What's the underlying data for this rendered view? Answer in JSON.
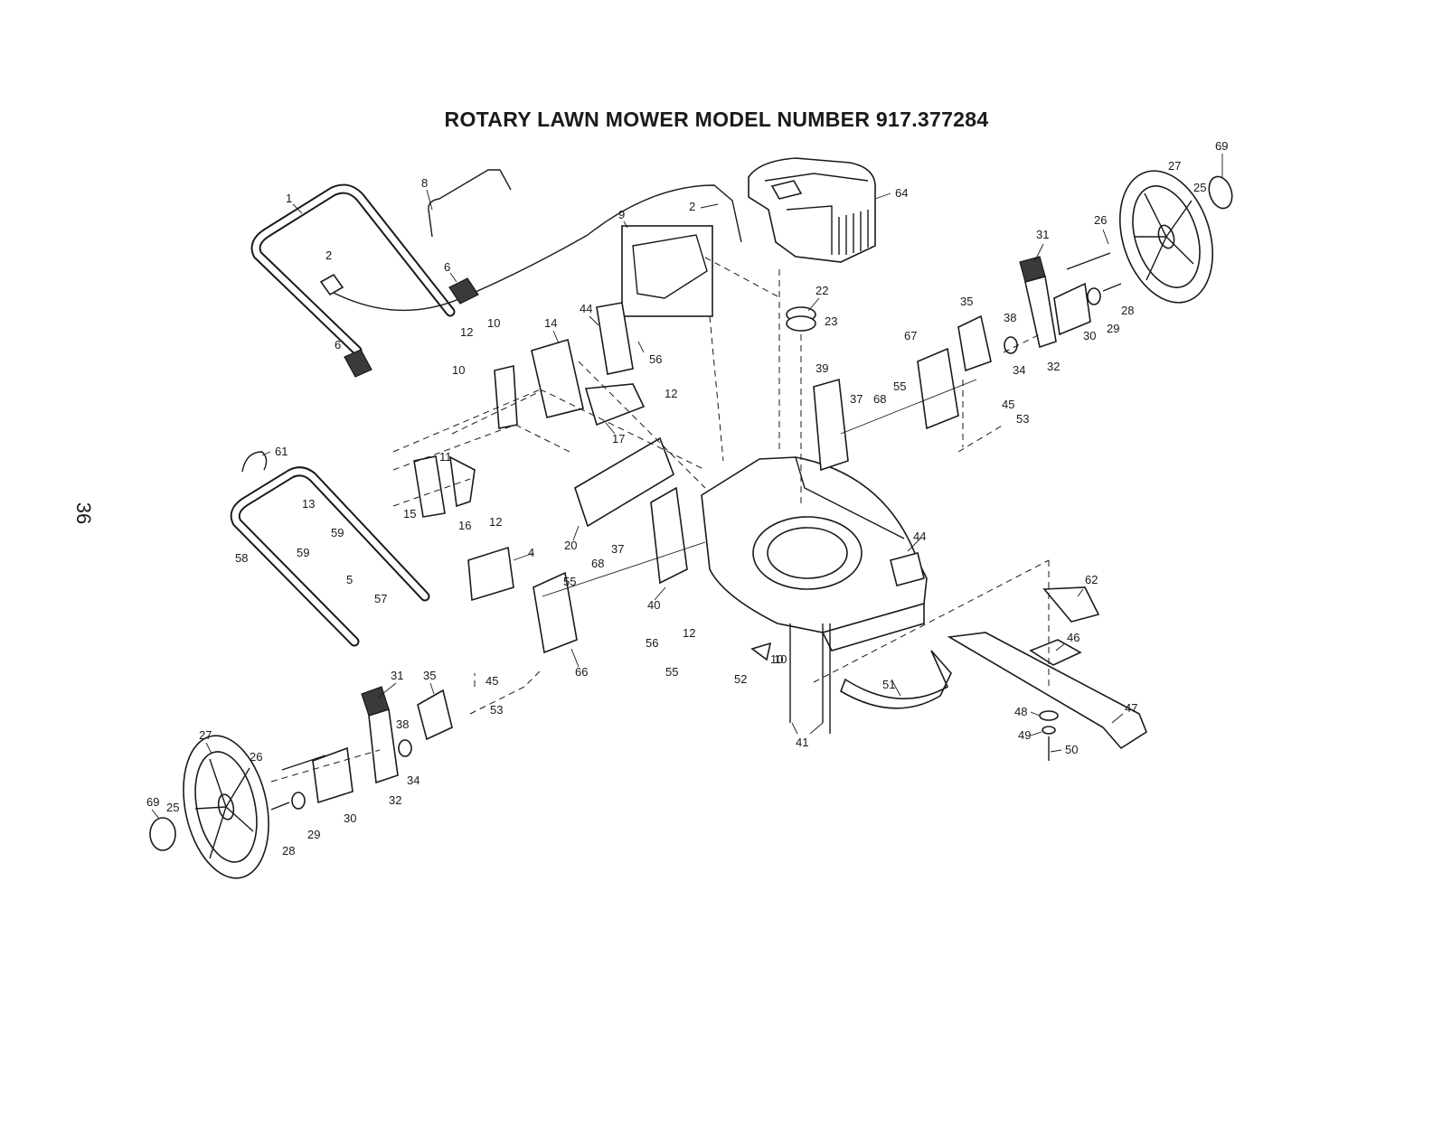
{
  "title": "ROTARY LAWN MOWER MODEL NUMBER 917.377284",
  "page_number": "36",
  "callouts": [
    "1",
    "2",
    "2",
    "6",
    "6",
    "8",
    "9",
    "10",
    "10",
    "10",
    "12",
    "12",
    "12",
    "14",
    "44",
    "56",
    "17",
    "20",
    "11",
    "15",
    "16",
    "61",
    "13",
    "59",
    "59",
    "58",
    "5",
    "57",
    "4",
    "55",
    "68",
    "37",
    "40",
    "56",
    "66",
    "45",
    "53",
    "12",
    "55",
    "52",
    "10",
    "41",
    "51",
    "22",
    "23",
    "64",
    "39",
    "37",
    "68",
    "55",
    "67",
    "35",
    "38",
    "34",
    "32",
    "31",
    "26",
    "27",
    "25",
    "69",
    "28",
    "29",
    "30",
    "45",
    "53",
    "44",
    "62",
    "46",
    "47",
    "48",
    "49",
    "50",
    "31",
    "35",
    "38",
    "34",
    "32",
    "27",
    "26",
    "30",
    "29",
    "28",
    "69",
    "25"
  ]
}
